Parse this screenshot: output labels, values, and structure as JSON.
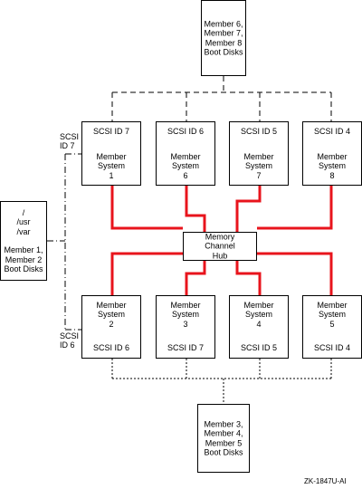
{
  "boot_disks": {
    "top": "Member 6,\nMember 7,\nMember 8\nBoot Disks",
    "left": "/\n/usr\n/var\n\nMember 1,\nMember 2\nBoot Disks",
    "bottom": "Member 3,\nMember 4,\nMember 5\nBoot Disks"
  },
  "hub": {
    "label": "Memory\nChannel\nHub"
  },
  "top_row": [
    {
      "scsi": "SCSI ID 7",
      "member": "Member\nSystem\n1"
    },
    {
      "scsi": "SCSI ID 6",
      "member": "Member\nSystem\n6"
    },
    {
      "scsi": "SCSI ID 5",
      "member": "Member\nSystem\n7"
    },
    {
      "scsi": "SCSI ID 4",
      "member": "Member\nSystem\n8"
    }
  ],
  "bottom_row": [
    {
      "scsi": "SCSI ID 6",
      "member": "Member\nSystem\n2"
    },
    {
      "scsi": "SCSI ID 7",
      "member": "Member\nSystem\n3"
    },
    {
      "scsi": "SCSI ID 5",
      "member": "Member\nSystem\n4"
    },
    {
      "scsi": "SCSI ID 4",
      "member": "Member\nSystem\n5"
    }
  ],
  "side_labels": {
    "upper": "SCSI\nID 7",
    "lower": "SCSI\nID 6"
  },
  "figure_id": "ZK-1847U-AI",
  "colors": {
    "memory_channel": "#e8141c",
    "lines": "#000000"
  }
}
